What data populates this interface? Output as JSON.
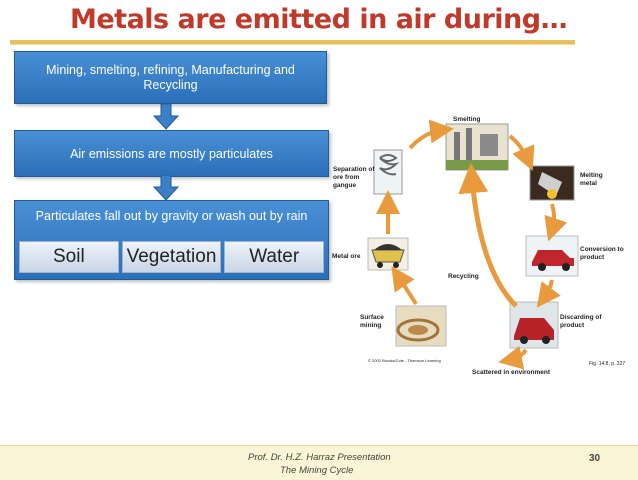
{
  "slide": {
    "title": "Metals are emitted in air during…",
    "flow": {
      "step1": "Mining, smelting, refining, Manufacturing and Recycling",
      "step2": "Air emissions are mostly particulates",
      "step3": "Particulates fall out by gravity or wash out by rain",
      "destinations": [
        "Soil",
        "Vegetation",
        "Water"
      ]
    },
    "cycle": {
      "labels": {
        "smelting": "Smelting",
        "separation": "Separation of ore from gangue",
        "melting": "Melting metal",
        "metal_ore": "Metal ore",
        "conversion": "Conversion to product",
        "recycling": "Recycling",
        "surface_mining": "Surface mining",
        "discarding": "Discarding of product",
        "scattered": "Scattered in environment",
        "credit": "© 2002 Brooks/Cole - Thomson Learning",
        "fig": "Fig. 14.8, p. 327"
      }
    },
    "footer": {
      "line1": "Prof. Dr. H.Z. Harraz Presentation",
      "line2": "The Mining Cycle",
      "page": "30"
    },
    "colors": {
      "title": "#c0392b",
      "box": "#2a6fb8",
      "arrow": "#e89a3c",
      "footer_bg": "#fbf4d6"
    }
  }
}
